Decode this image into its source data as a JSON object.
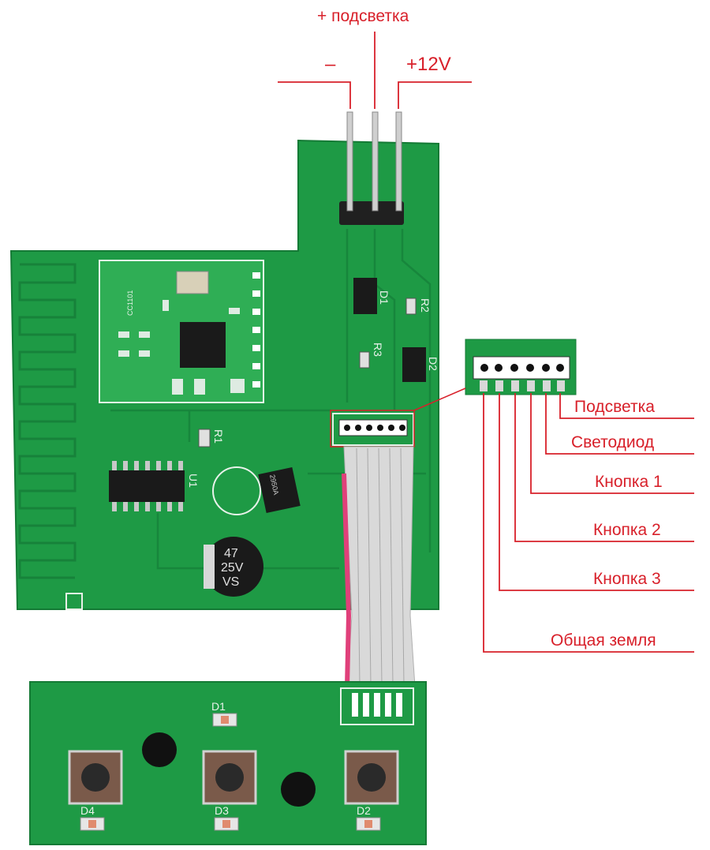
{
  "top_labels": {
    "backlight_plus": "+ подсветка",
    "minus": "–",
    "plus_12v": "+12V"
  },
  "pin_labels": [
    "Подсветка",
    "Светодиод",
    "Кнопка 1",
    "Кнопка 2",
    "Кнопка 3",
    "Общая земля"
  ],
  "silkscreen": {
    "d1_top": "D1",
    "r2": "R2",
    "r3": "R3",
    "d2_top": "D2",
    "r1": "R1",
    "u1": "U1",
    "regulator": "2950A",
    "capacitor_line1": "47",
    "capacitor_line2": "25V",
    "capacitor_line3": "VS",
    "module": "CC1101",
    "d1_bottom": "D1",
    "d2_bottom": "D2",
    "d3_bottom": "D3",
    "d4_bottom": "D4"
  },
  "colors": {
    "annotation": "#d8202a",
    "pcb": "#1e9a45",
    "pcb_dark": "#147a35",
    "module": "#2fae55",
    "chip": "#1a1a1a",
    "ribbon": "#d9d9d9",
    "ribbon_marker": "#e0407a",
    "button_cap": "#2a2a2a",
    "button_body": "#7a5a4a"
  }
}
